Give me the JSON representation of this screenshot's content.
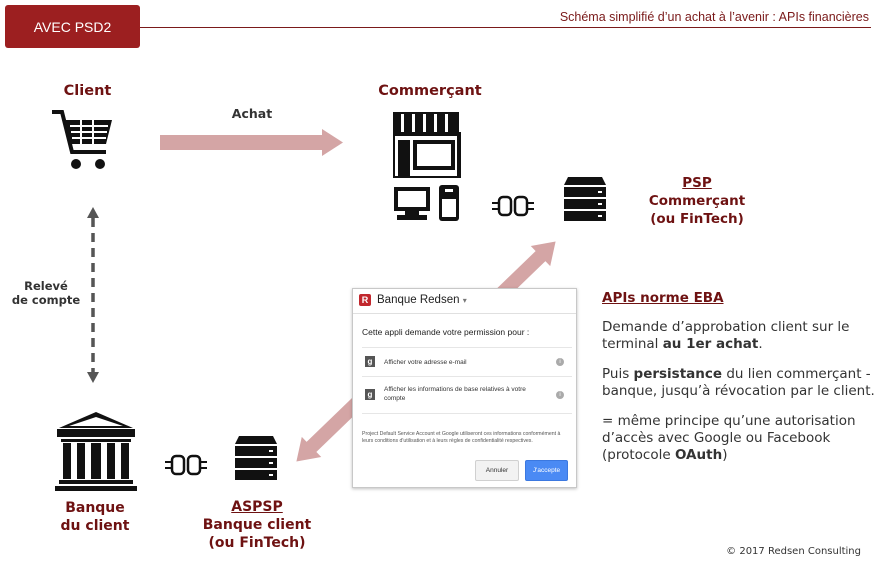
{
  "header": {
    "tag": "AVEC PSD2",
    "title": "Schéma simplifié d’un achat à l’avenir : APIs financières"
  },
  "nodes": {
    "client": "Client",
    "commercant": "Commerçant",
    "achat": "Achat",
    "releve": [
      "Relevé",
      "de compte"
    ],
    "psp": [
      "PSP",
      "Commerçant",
      "(ou FinTech)"
    ],
    "aspsp": [
      "ASPSP",
      "Banque client",
      "(ou FinTech)"
    ],
    "banque": [
      "Banque",
      "du client"
    ]
  },
  "dialog": {
    "app_name": "Banque Redsen",
    "logo_letter": "R",
    "question": "Cette appli demande votre permission pour :",
    "rows": [
      "Afficher votre adresse e-mail",
      "Afficher les informations de base relatives à votre compte"
    ],
    "footer": "Project Default Service Account et Google utiliseront ces informations conformément à leurs conditions d'utilisation et à leurs règles de confidentialité respectives.",
    "cancel": "Annuler",
    "accept": "J'accepte"
  },
  "apis": {
    "title": "APIs norme EBA",
    "p1_a": "Demande d’approbation client sur le terminal ",
    "p1_b": "au 1er achat",
    "p1_c": ".",
    "p2_a": "Puis ",
    "p2_b": "persistance",
    "p2_c": " du lien commerçant - banque, jusqu’à révocation par le client.",
    "p3_a": "= même principe qu’une autorisation d’accès avec Google ou Facebook (protocole ",
    "p3_b": "OAuth",
    "p3_c": ")"
  },
  "copyright": "© 2017 Redsen Consulting",
  "colors": {
    "brand": "#9c1f20",
    "label": "#6e1212",
    "arrow": "#d4a5a5",
    "dark_arrow": "#555555",
    "button_blue": "#4a8af4"
  }
}
